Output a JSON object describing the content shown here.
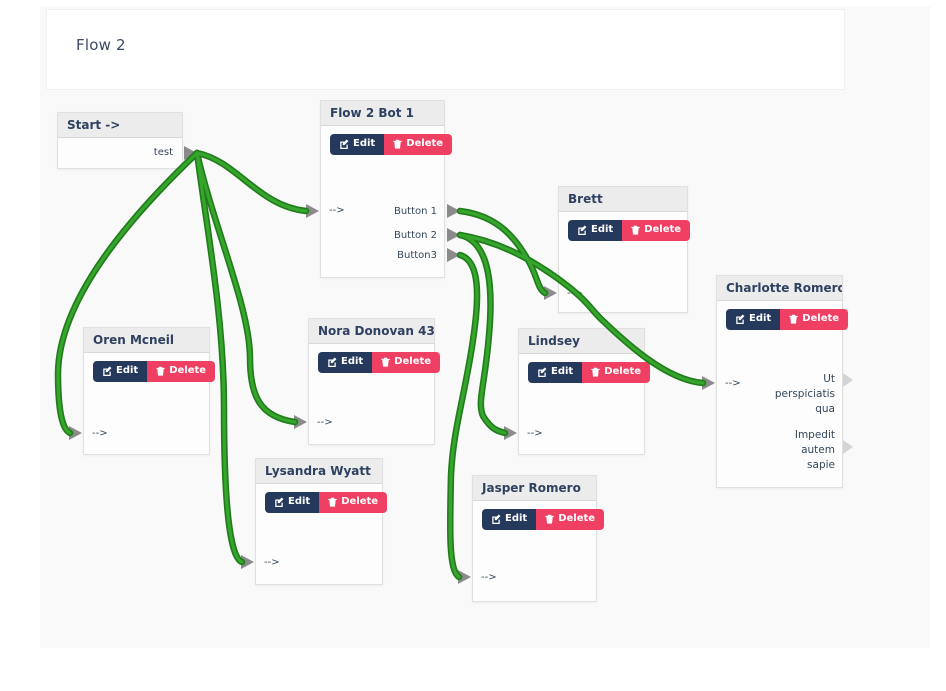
{
  "header": {
    "title": "Flow 2"
  },
  "labels": {
    "edit": "Edit",
    "delete": "Delete"
  },
  "nodes": {
    "start": {
      "title": "Start ->",
      "output": "test"
    },
    "bot": {
      "title": "Flow 2 Bot 1",
      "input": "-->",
      "outputs": [
        "Button 1",
        "Button 2",
        "Button3"
      ]
    },
    "brett": {
      "title": "Brett",
      "input": "-->"
    },
    "charlotte": {
      "title": "Charlotte Romero",
      "input": "-->",
      "outputs": [
        "Ut\nperspiciatis\nqua",
        "Impedit\nautem\nsapie"
      ]
    },
    "oren": {
      "title": "Oren Mcneil",
      "input": "-->"
    },
    "nora": {
      "title": "Nora Donovan 43",
      "input": "-->"
    },
    "lindsey": {
      "title": "Lindsey",
      "input": "-->"
    },
    "lysandra": {
      "title": "Lysandra Wyatt",
      "input": "-->"
    },
    "jasper": {
      "title": "Jasper Romero",
      "input": "-->"
    }
  },
  "colors": {
    "connector_green": "#2e9827",
    "edit_button": "#24395c",
    "delete_button": "#ef3f62",
    "title_navy": "#2f4160",
    "endpoint_grey": "#8b8b8b"
  },
  "connections": [
    {
      "from": "Start -> : test",
      "to": "Flow 2 Bot 1"
    },
    {
      "from": "Start -> : test",
      "to": "Oren Mcneil"
    },
    {
      "from": "Start -> : test",
      "to": "Nora Donovan 43"
    },
    {
      "from": "Start -> : test",
      "to": "Lysandra Wyatt"
    },
    {
      "from": "Flow 2 Bot 1 : Button 1",
      "to": "Brett"
    },
    {
      "from": "Flow 2 Bot 1 : Button 2",
      "to": "Charlotte Romero"
    },
    {
      "from": "Flow 2 Bot 1 : Button 2",
      "to": "Lindsey"
    },
    {
      "from": "Flow 2 Bot 1 : Button3",
      "to": "Jasper Romero"
    }
  ]
}
